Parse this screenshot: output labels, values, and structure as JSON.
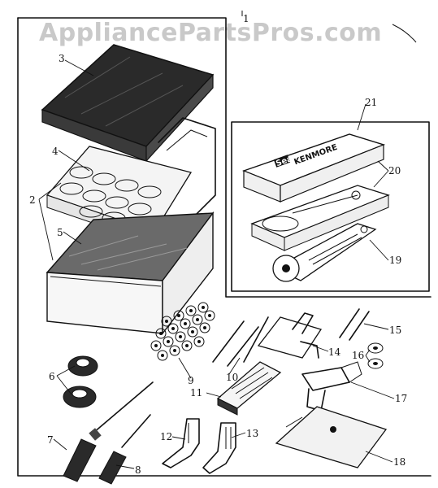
{
  "watermark": "AppliancePartsPros.com",
  "brand": {
    "sears": "Sears",
    "kenmore": "KENMORE"
  },
  "callouts": [
    "1",
    "2",
    "3",
    "4",
    "5",
    "6",
    "7",
    "8",
    "9",
    "10",
    "11",
    "12",
    "13",
    "14",
    "15",
    "16",
    "17",
    "18",
    "19",
    "20",
    "21"
  ]
}
